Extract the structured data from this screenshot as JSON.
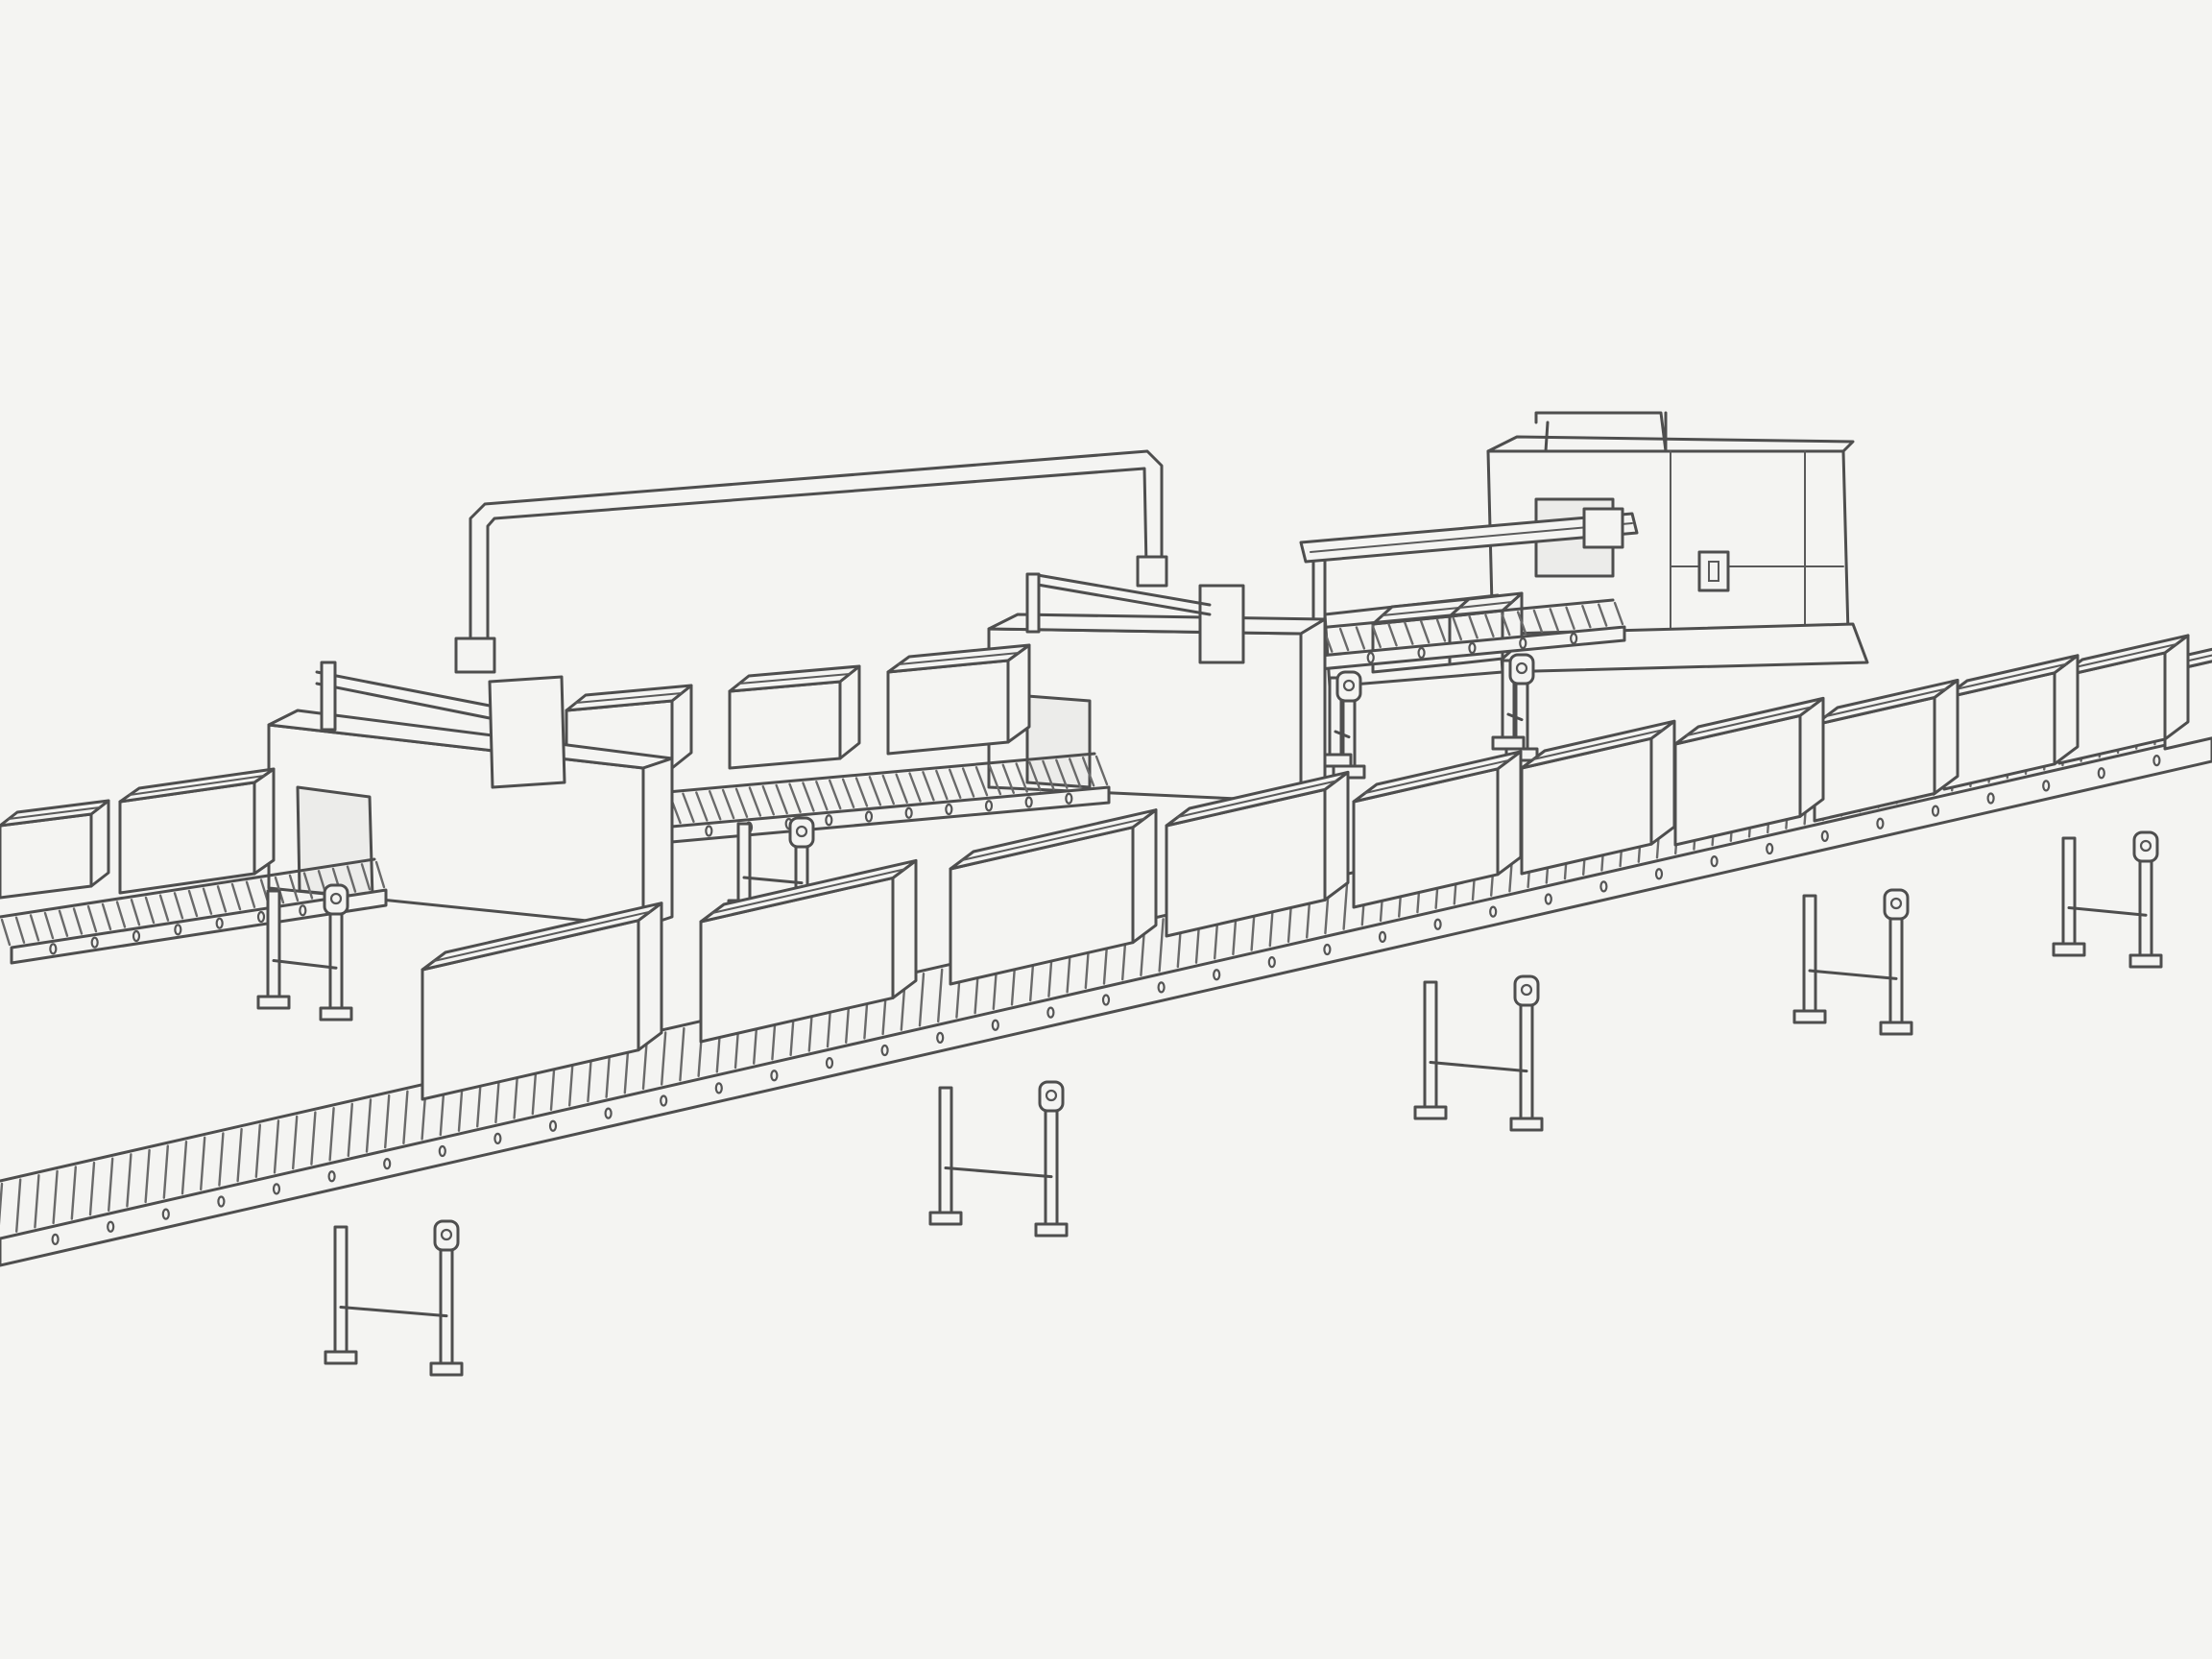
{
  "scene": {
    "background": "#f4f4f2",
    "line_color": "#4e4e4e",
    "objects": [
      "conveyor-line",
      "roller-conveyor",
      "cardboard-box",
      "sealing-machine",
      "overhead-pipe",
      "palletizer-gantry",
      "support-leg"
    ]
  }
}
